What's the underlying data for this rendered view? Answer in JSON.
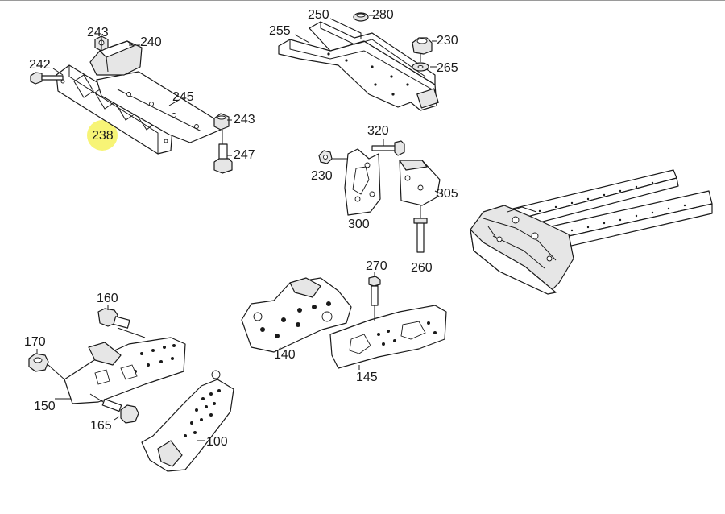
{
  "callouts": {
    "c242": "242",
    "c243a": "243",
    "c240": "240",
    "c245": "245",
    "c243b": "243",
    "c247": "247",
    "c238": "238",
    "c250": "250",
    "c280": "280",
    "c255": "255",
    "c230a": "230",
    "c265": "265",
    "c320": "320",
    "c230b": "230",
    "c305": "305",
    "c300": "300",
    "c260": "260",
    "c270": "270",
    "c160": "160",
    "c170": "170",
    "c140": "140",
    "c145": "145",
    "c150": "150",
    "c165": "165",
    "c100": "100"
  },
  "highlight": {
    "callout": "238",
    "color": "#f6f25e"
  }
}
